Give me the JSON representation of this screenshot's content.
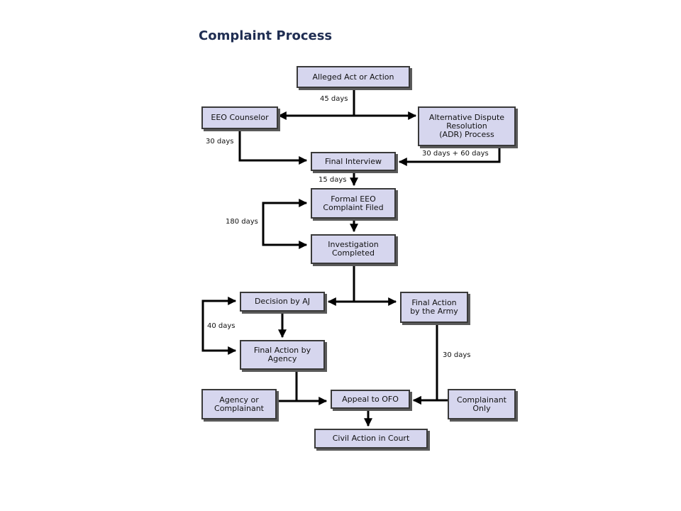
{
  "title": "Complaint Process",
  "nodes": {
    "alleged_act": "Alleged Act or Action",
    "eeo_counselor": "EEO Counselor",
    "adr_process": "Alternative Dispute\nResolution\n(ADR) Process",
    "final_interview": "Final Interview",
    "formal_complaint": "Formal EEO\nComplaint Filed",
    "investigation": "Investigation\nCompleted",
    "decision_aj": "Decision by AJ",
    "final_action_army": "Final Action\nby the Army",
    "final_action_agency": "Final Action by\nAgency",
    "agency_or_complainant": "Agency or\nComplainant",
    "appeal_ofo": "Appeal to OFO",
    "complainant_only": "Complainant\nOnly",
    "civil_action": "Civil Action in Court"
  },
  "labels": {
    "days_45": "45 days",
    "days_30_counselor": "30 days",
    "days_30_60": "30 days + 60 days",
    "days_15": "15 days",
    "days_180": "180 days",
    "days_40": "40 days",
    "days_30_army": "30 days"
  }
}
